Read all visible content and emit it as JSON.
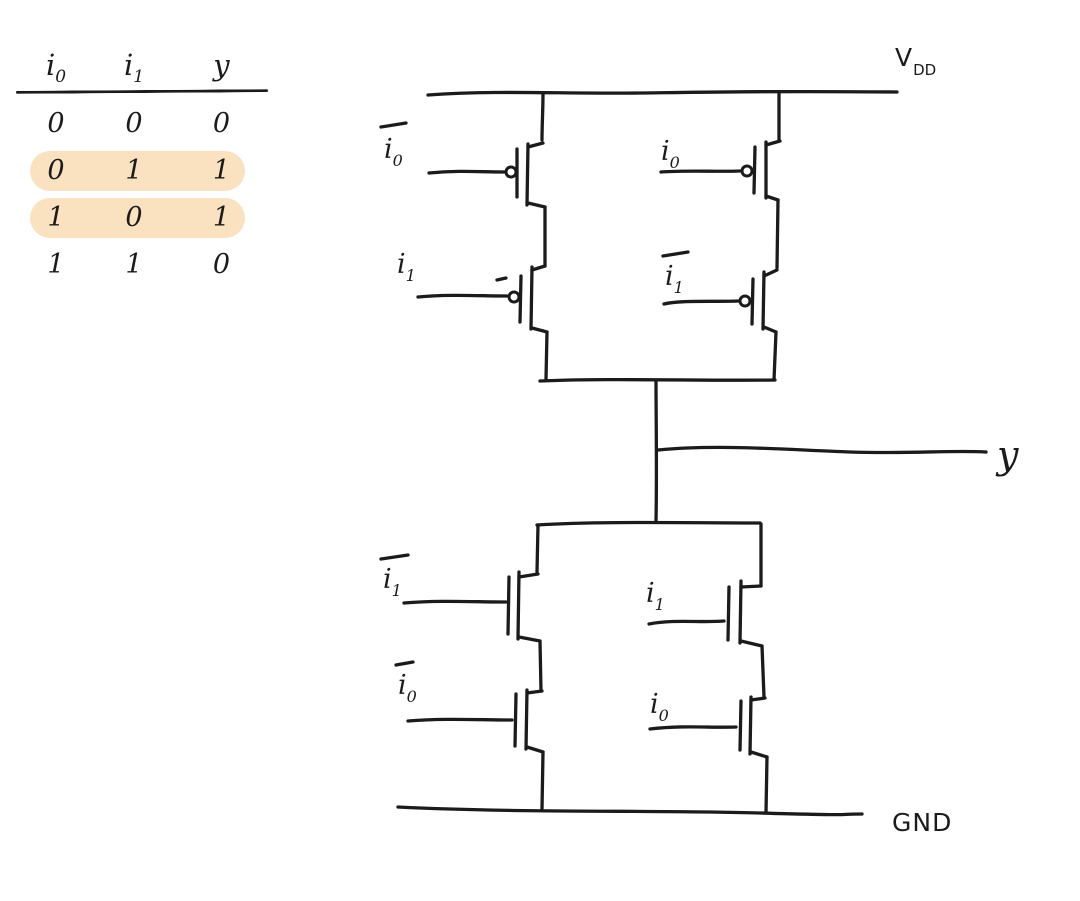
{
  "colors": {
    "ink": "#1b1b1b",
    "highlight": "#fae2c0",
    "background": "#ffffff"
  },
  "truth_table": {
    "headers": [
      {
        "base": "i",
        "sub": "0"
      },
      {
        "base": "i",
        "sub": "1"
      },
      {
        "base": "y",
        "sub": ""
      }
    ],
    "rows": [
      {
        "cells": [
          "0",
          "0",
          "0"
        ],
        "highlighted": false
      },
      {
        "cells": [
          "0",
          "1",
          "1"
        ],
        "highlighted": true
      },
      {
        "cells": [
          "1",
          "0",
          "1"
        ],
        "highlighted": true
      },
      {
        "cells": [
          "1",
          "1",
          "0"
        ],
        "highlighted": false
      }
    ]
  },
  "circuit": {
    "rails": {
      "vdd_base": "V",
      "vdd_sub": "DD",
      "gnd": "GND"
    },
    "output_label": "y",
    "pullup": {
      "left": [
        {
          "type": "pmos",
          "gate_base": "i",
          "gate_sub": "0",
          "negated": true
        },
        {
          "type": "pmos",
          "gate_base": "i",
          "gate_sub": "1",
          "negated": false
        }
      ],
      "right": [
        {
          "type": "pmos",
          "gate_base": "i",
          "gate_sub": "0",
          "negated": false
        },
        {
          "type": "pmos",
          "gate_base": "i",
          "gate_sub": "1",
          "negated": true
        }
      ]
    },
    "pulldown": {
      "left": [
        {
          "type": "nmos",
          "gate_base": "i",
          "gate_sub": "1",
          "negated": true
        },
        {
          "type": "nmos",
          "gate_base": "i",
          "gate_sub": "0",
          "negated": true
        }
      ],
      "right": [
        {
          "type": "nmos",
          "gate_base": "i",
          "gate_sub": "1",
          "negated": false
        },
        {
          "type": "nmos",
          "gate_base": "i",
          "gate_sub": "0",
          "negated": false
        }
      ]
    }
  }
}
